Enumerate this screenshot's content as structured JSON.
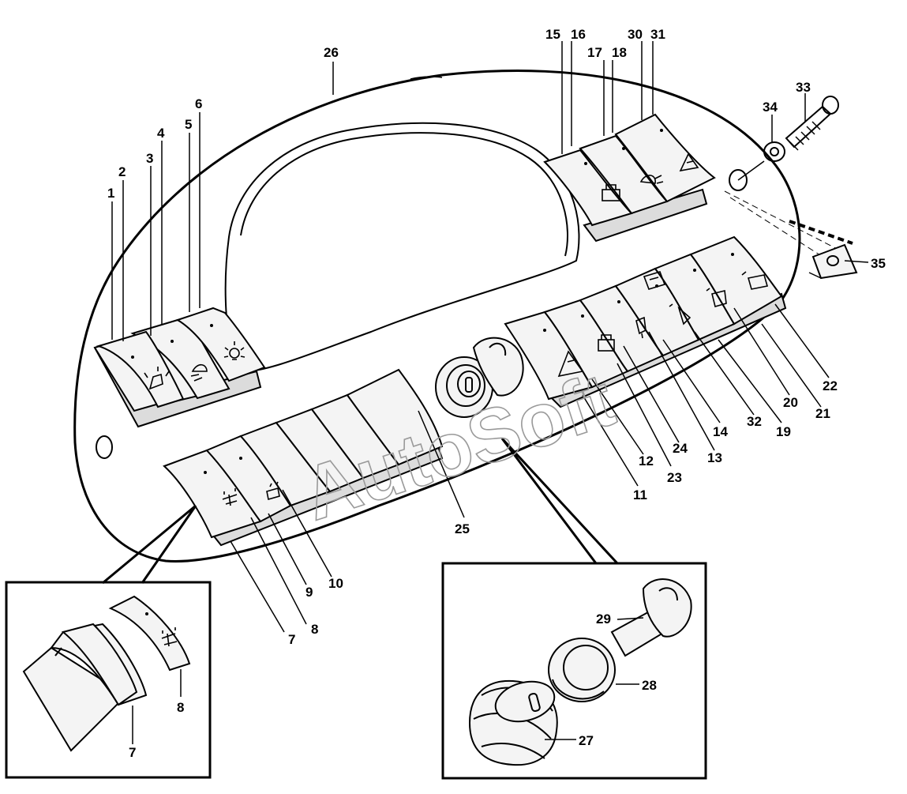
{
  "diagram": {
    "watermark": "AutoSoft",
    "callouts": {
      "c1": "1",
      "c2": "2",
      "c3": "3",
      "c4": "4",
      "c5": "5",
      "c6": "6",
      "c7": "7",
      "c8": "8",
      "c9": "9",
      "c10": "10",
      "c11": "11",
      "c12": "12",
      "c13": "13",
      "c14": "14",
      "c15": "15",
      "c16": "16",
      "c17": "17",
      "c18": "18",
      "c19": "19",
      "c20": "20",
      "c21": "21",
      "c22": "22",
      "c23": "23",
      "c24": "24",
      "c25": "25",
      "c26": "26",
      "c27": "27",
      "c28": "28",
      "c29": "29",
      "c30": "30",
      "c31": "31",
      "c32": "32",
      "c33": "33",
      "c34": "34",
      "c35": "35",
      "d7": "7",
      "d8": "8"
    }
  }
}
